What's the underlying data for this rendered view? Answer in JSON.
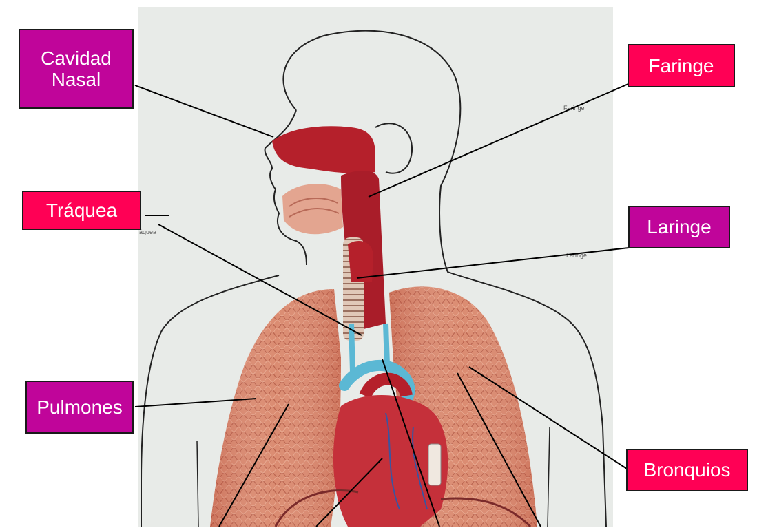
{
  "labels": {
    "cavidad_nasal": "Cavidad\nNasal",
    "faringe": "Faringe",
    "traquea": "Tráquea",
    "laringe": "Laringe",
    "pulmones": "Pulmones",
    "bronquios": "Bronquios"
  },
  "printed_labels": {
    "faringe": "Faringe",
    "laringe": "Laringe",
    "traquea": "áquea"
  },
  "colors": {
    "label_magenta": "#c0059a",
    "label_red": "#ff0055",
    "poster_bg": "#e8ebe8",
    "tissue_red": "#b5202b",
    "lung_pink": "#d88a6e",
    "vessel_blue": "#5bb8d4"
  }
}
